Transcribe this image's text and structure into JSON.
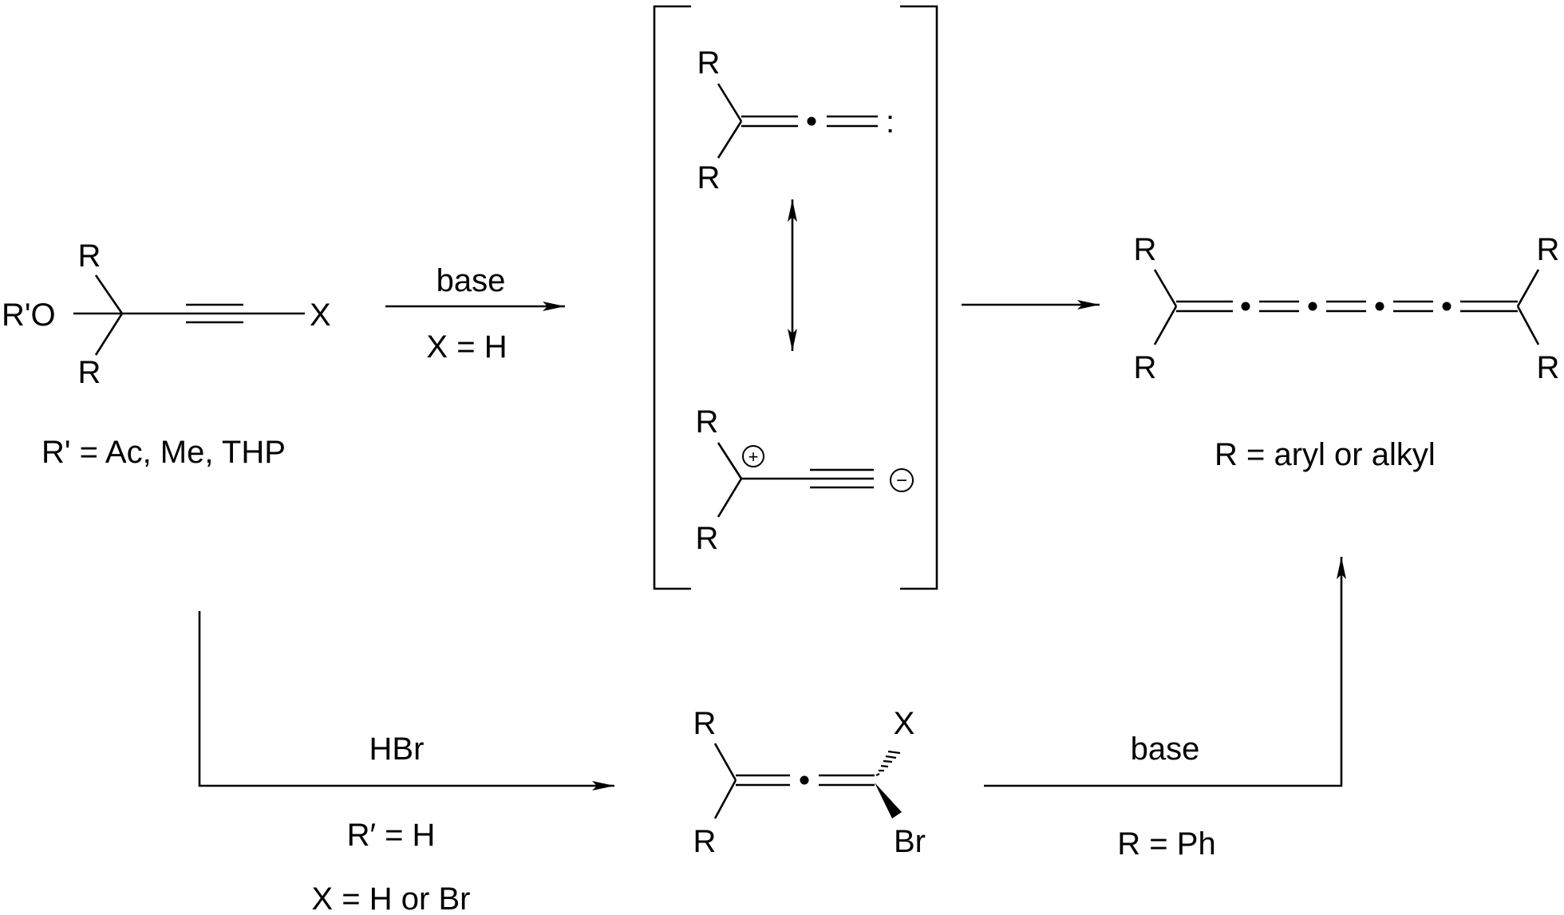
{
  "colors": {
    "ink": "#000000",
    "background": "#ffffff"
  },
  "start": {
    "r_top": "R",
    "r_bottom": "R",
    "ro_label": "R'O",
    "x_label": "X",
    "note": "R' = Ac, Me,  THP"
  },
  "top_arrow": {
    "above": "base",
    "below": "X = H"
  },
  "intermediate": {
    "upper": {
      "r_top": "R",
      "r_bottom": "R",
      "carbene_dots": ":"
    },
    "lower": {
      "r_top": "R",
      "r_bottom": "R",
      "plus": "+",
      "minus": "−"
    },
    "arrow_icon": "double-headed-arrow"
  },
  "product": {
    "r_top_left": "R",
    "r_bottom_left": "R",
    "r_top_right": "R",
    "r_bottom_right": "R",
    "note": "R = aryl or alkyl"
  },
  "bottom_left_arrow": {
    "above": "HBr",
    "below1": "R′ = H",
    "below2": "X = H or Br"
  },
  "bromoallene": {
    "r_top": "R",
    "r_bottom": "R",
    "x_label": "X",
    "br_label": "Br"
  },
  "bottom_right_arrow": {
    "above": "base",
    "below": "R = Ph"
  }
}
